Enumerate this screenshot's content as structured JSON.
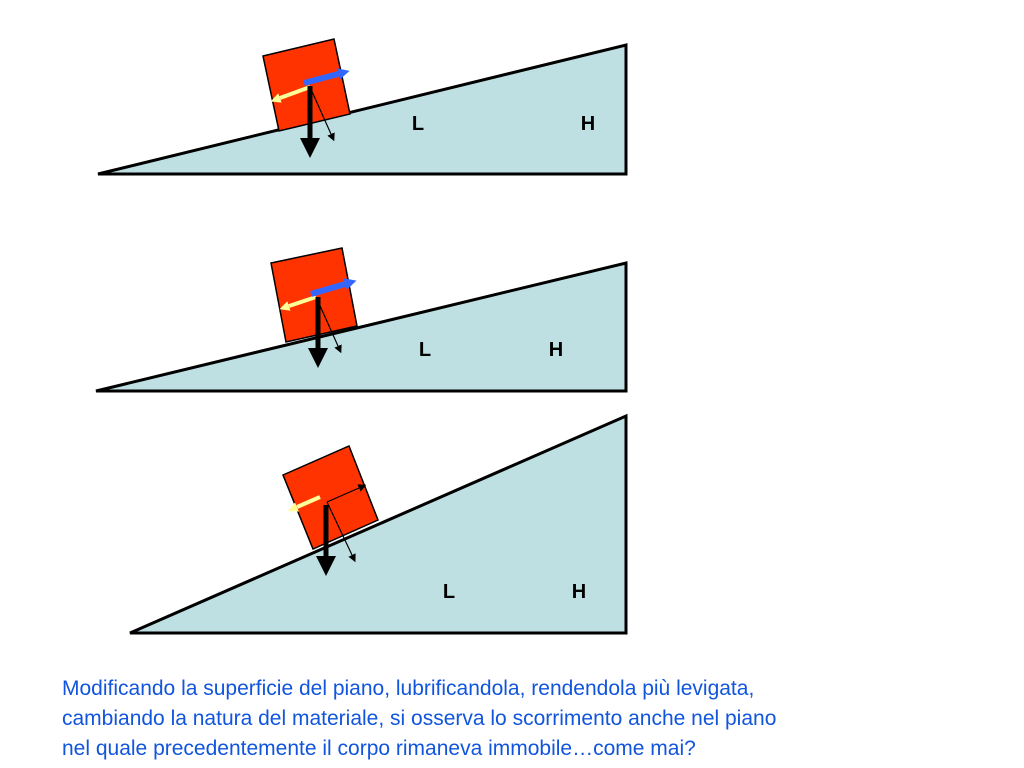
{
  "colors": {
    "plane_fill": "#bfe0e3",
    "plane_stroke": "#000000",
    "block_fill": "#ff3300",
    "block_stroke": "#000000",
    "weight_arrow": "#000000",
    "friction_arrow": "#ffff99",
    "applied_arrow": "#3366ff",
    "component_arrow": "#000000",
    "text": "#1155dd"
  },
  "planes": [
    {
      "length_label": "L",
      "height_label": "H"
    },
    {
      "length_label": "L",
      "height_label": "H"
    },
    {
      "length_label": "L",
      "height_label": "H"
    }
  ],
  "caption": {
    "line1": "Modificando la superficie del piano, lubrificandola, rendendola più levigata,",
    "line2": "cambiando la natura del materiale, si osserva lo scorrimento anche nel piano",
    "line3": "nel quale precedentemente il corpo rimaneva immobile…come mai?"
  }
}
